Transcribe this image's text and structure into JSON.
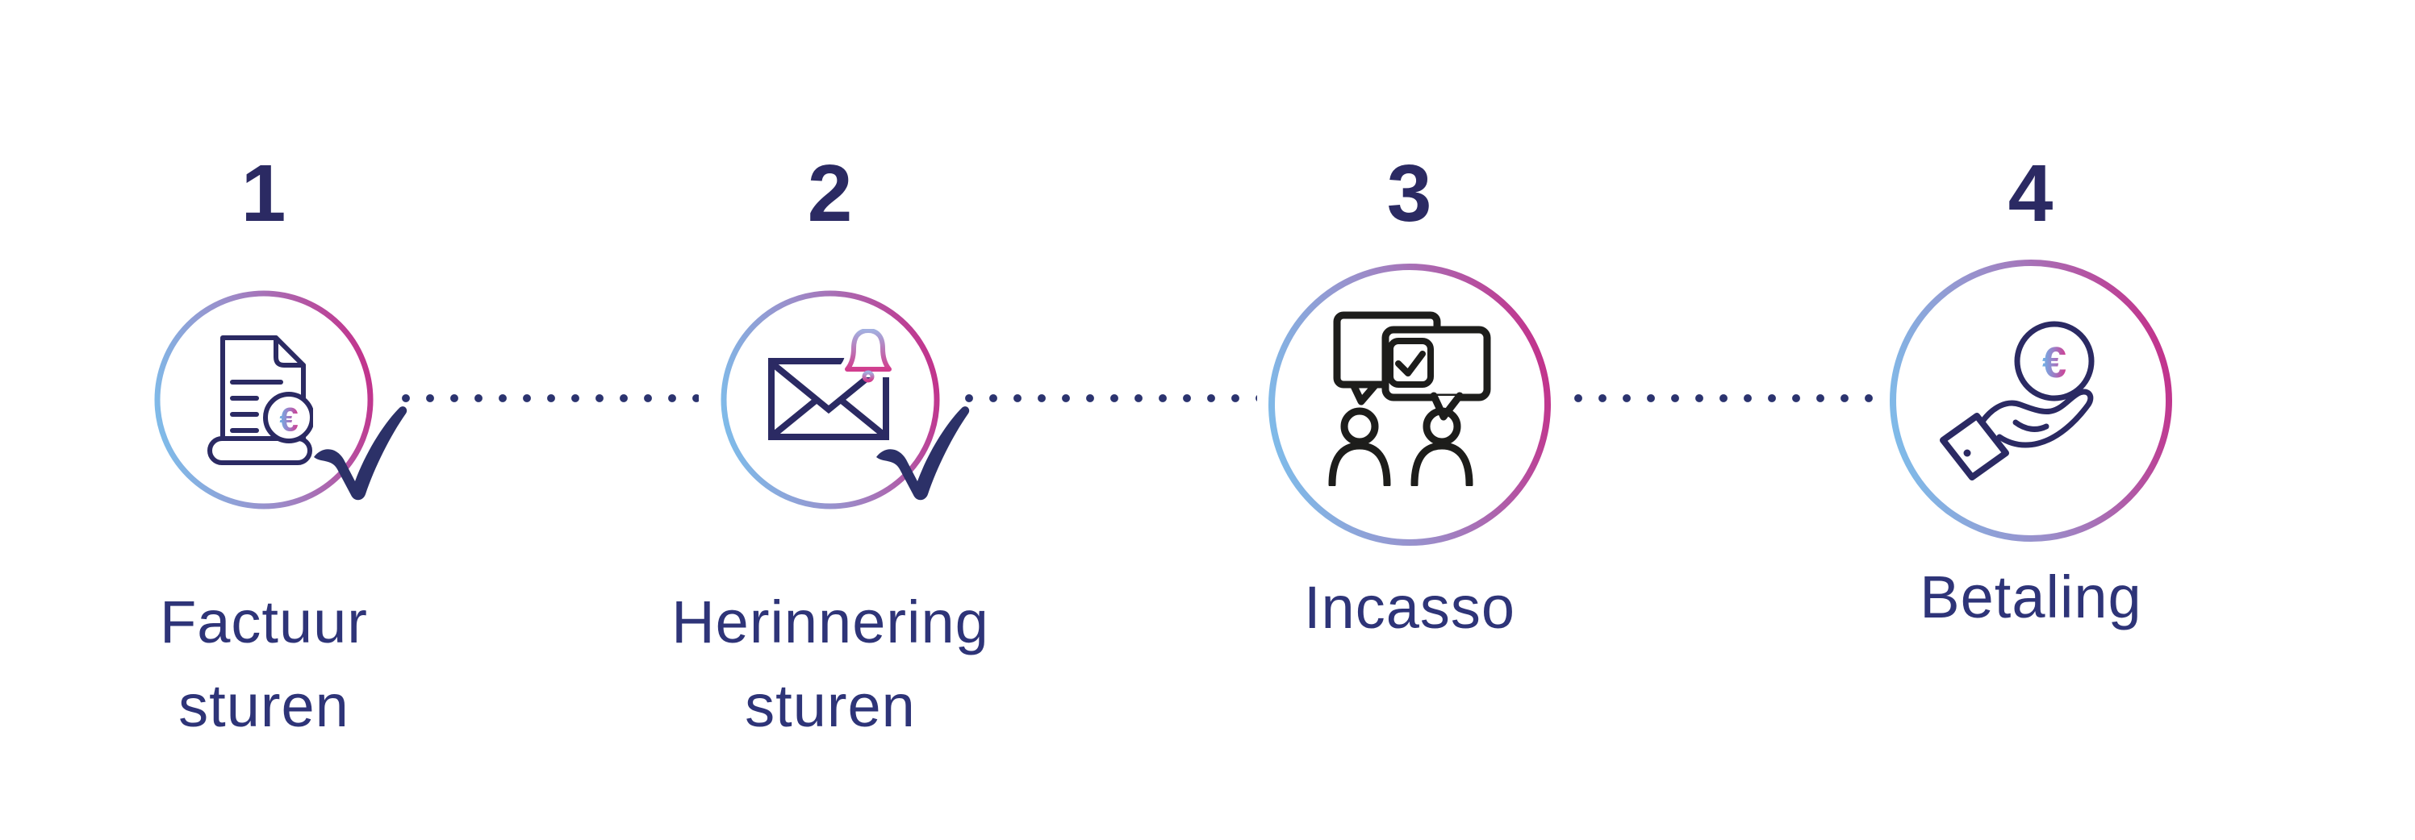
{
  "diagram": {
    "type": "process-steps",
    "language": "nl",
    "steps": [
      {
        "number": "1",
        "label": "Factuur sturen",
        "label_line1": "Factuur",
        "label_line2": "sturen",
        "icon": "invoice-euro-icon",
        "completed": true
      },
      {
        "number": "2",
        "label": "Herinnering sturen",
        "label_line1": "Herinnering",
        "label_line2": "sturen",
        "icon": "envelope-bell-icon",
        "completed": true
      },
      {
        "number": "3",
        "label": "Incasso",
        "label_line1": "Incasso",
        "label_line2": "",
        "icon": "chat-check-people-icon",
        "completed": false
      },
      {
        "number": "4",
        "label": "Betaling",
        "label_line1": "Betaling",
        "label_line2": "",
        "icon": "hand-euro-icon",
        "completed": false
      }
    ],
    "euro_symbol": "€",
    "colors": {
      "background": "#ffffff",
      "number_ink": "#2b2a63",
      "label_ink": "#2e3478",
      "navy_icon": "#2b2a63",
      "black_icon": "#1d1d1b",
      "dot_navy": "#2b336f",
      "check_navy": "#2c3168",
      "gradient_blue": "#7fbbe9",
      "gradient_purple": "#9b8cc9",
      "gradient_magenta": "#c2338c",
      "bell_gradient_top": "#a3b0e0",
      "bell_gradient_bottom": "#d13d8e"
    }
  }
}
